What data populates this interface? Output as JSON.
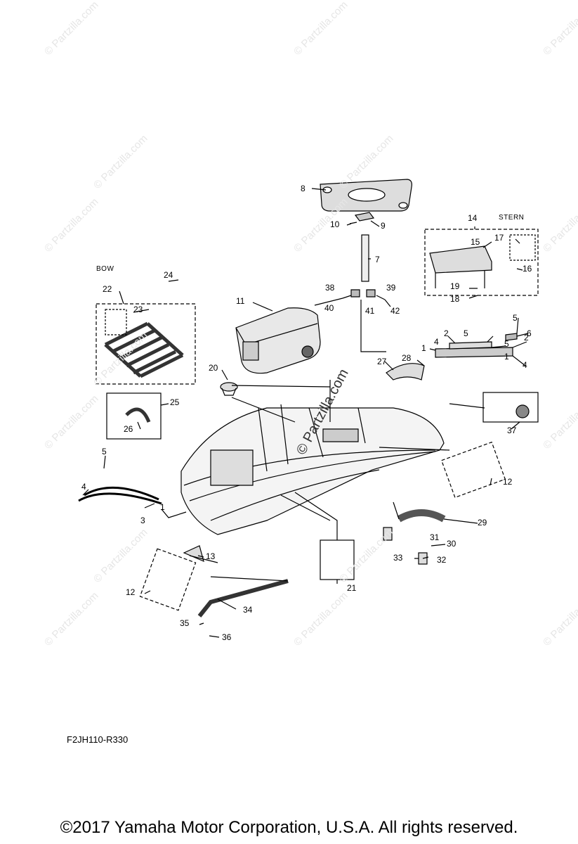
{
  "watermark": "© Partzilla.com",
  "center_watermark": "© Partzilla.com",
  "labels": {
    "bow": "BOW",
    "stern": "STERN"
  },
  "callouts": [
    "8",
    "9",
    "10",
    "7",
    "11",
    "14",
    "15",
    "17",
    "16",
    "19",
    "18",
    "38",
    "39",
    "40",
    "41",
    "42",
    "22",
    "23",
    "24",
    "20",
    "25",
    "26",
    "27",
    "28",
    "1",
    "2",
    "3",
    "4",
    "5",
    "6",
    "12",
    "13",
    "21",
    "29",
    "30",
    "31",
    "32",
    "33",
    "34",
    "35",
    "36",
    "37"
  ],
  "diagram_code": "F2JH110-R330",
  "copyright": "©2017  Yamaha Motor Corporation, U.S.A. All rights reserved."
}
